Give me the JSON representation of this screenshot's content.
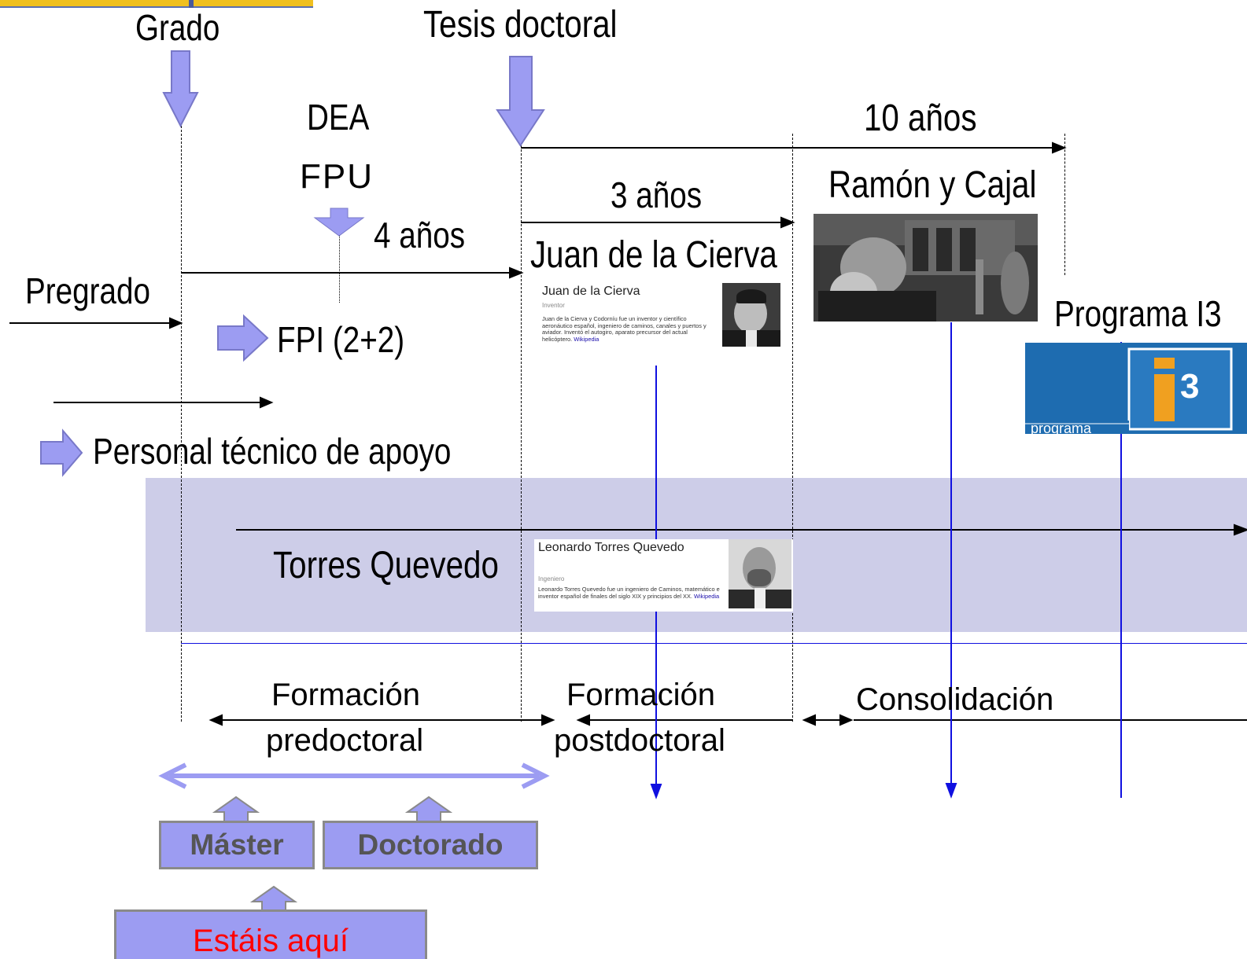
{
  "colors": {
    "band": "#cdcde8",
    "arrow_fill": "#9c9cf2",
    "blue_line": "#1010e0",
    "accent_red": "#ff0000",
    "logo_blue": "#1e6cb0",
    "logo_orange": "#f0a020"
  },
  "headings": {
    "grado": "Grado",
    "tesis": "Tesis doctoral",
    "dea": "DEA",
    "fpu": "FPU",
    "diez_anos": "10 años",
    "tres_anos": "3 años",
    "cuatro_anos": "4 años",
    "ramon_y_cajal": "Ramón y Cajal",
    "juan_de_la_cierva": "Juan de la Cierva",
    "pregrado": "Pregrado",
    "fpi": "FPI (2+2)",
    "programa_i3": "Programa I3",
    "personal_tecnico": "Personal técnico de apoyo",
    "torres_quevedo": "Torres Quevedo"
  },
  "cards": {
    "cierva": {
      "name": "Juan de la Cierva",
      "role": "Inventor",
      "desc": "Juan de la Cierva y Codorníu fue un inventor y científico aeronáutico español, ingeniero de caminos, canales y puertos y aviador. Inventó el autogiro, aparato precursor del actual helicóptero.",
      "link": "Wikipedia"
    },
    "torres": {
      "name": "Leonardo Torres Quevedo",
      "role": "Ingeniero",
      "desc": "Leonardo Torres Quevedo fue un ingeniero de Caminos, matemático e inventor español de finales del siglo XIX y principios del XX.",
      "link": "Wikipedia"
    }
  },
  "logo": {
    "word": "programa",
    "mark": "3"
  },
  "phases": {
    "pre_line1": "Formación",
    "pre_line2": "predoctoral",
    "post_line1": "Formación",
    "post_line2": "postdoctoral",
    "consolidacion": "Consolidación"
  },
  "boxes": {
    "master": "Máster",
    "doctorado": "Doctorado",
    "here": "Estáis aquí"
  }
}
